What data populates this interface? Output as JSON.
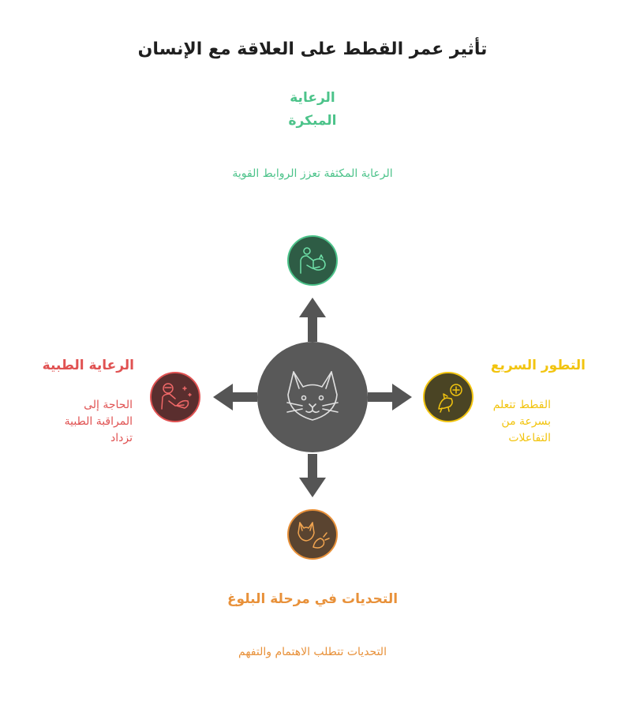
{
  "title": "تأثير عمر القطط على العلاقة مع الإنسان",
  "colors": {
    "center": "#595959",
    "arrow": "#555555",
    "top": "#4cc38a",
    "right": "#f2c40f",
    "bottom": "#e8913a",
    "left": "#e05252"
  },
  "center_icon": "cat-face-icon",
  "branches": {
    "top": {
      "heading_line1": "الرعاية",
      "heading_line2": "المبكرة",
      "text": "الرعاية المكثفة تعزز الروابط القوية",
      "icon": "person-holding-kitten-icon"
    },
    "right": {
      "heading": "التطور السريع",
      "text_line1": "القطط تتعلم",
      "text_line2": "بسرعة من",
      "text_line3": "التفاعلات",
      "icon": "playing-kitten-icon"
    },
    "bottom": {
      "heading": "التحديات في مرحلة البلوغ",
      "text": "التحديات تتطلب الاهتمام والتفهم",
      "icon": "cat-with-toy-icon"
    },
    "left": {
      "heading": "الرعاية الطبية",
      "text_line1": "الحاجة إلى",
      "text_line2": "المراقبة الطبية",
      "text_line3": "تزداد",
      "icon": "vet-examining-cat-icon"
    }
  }
}
